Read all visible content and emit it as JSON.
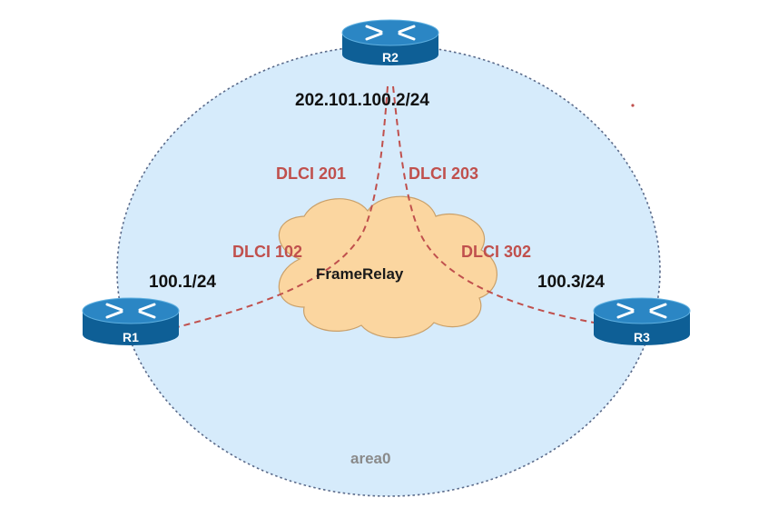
{
  "diagram": {
    "area_label": "area0",
    "cloud_label": "FrameRelay",
    "routers": {
      "r1": {
        "name": "R1",
        "ip": "100.1/24"
      },
      "r2": {
        "name": "R2",
        "ip": "202.101.100.2/24"
      },
      "r3": {
        "name": "R3",
        "ip": "100.3/24"
      }
    },
    "dlci": {
      "r2_to_r1": "DLCI 201",
      "r2_to_r3": "DLCI 203",
      "r1_to_r2": "DLCI 102",
      "r3_to_r2": "DLCI 302"
    }
  },
  "colors": {
    "area_fill": "#d6ebfb",
    "area_border": "#5a6a8a",
    "cloud_fill": "#fbd6a0",
    "cloud_border": "#c9a06a",
    "link": "#c0504d",
    "dlci_text": "#c0504d",
    "area_text": "#8a8a8a",
    "router_top": "#2b86c4",
    "router_side": "#0e5f96"
  }
}
